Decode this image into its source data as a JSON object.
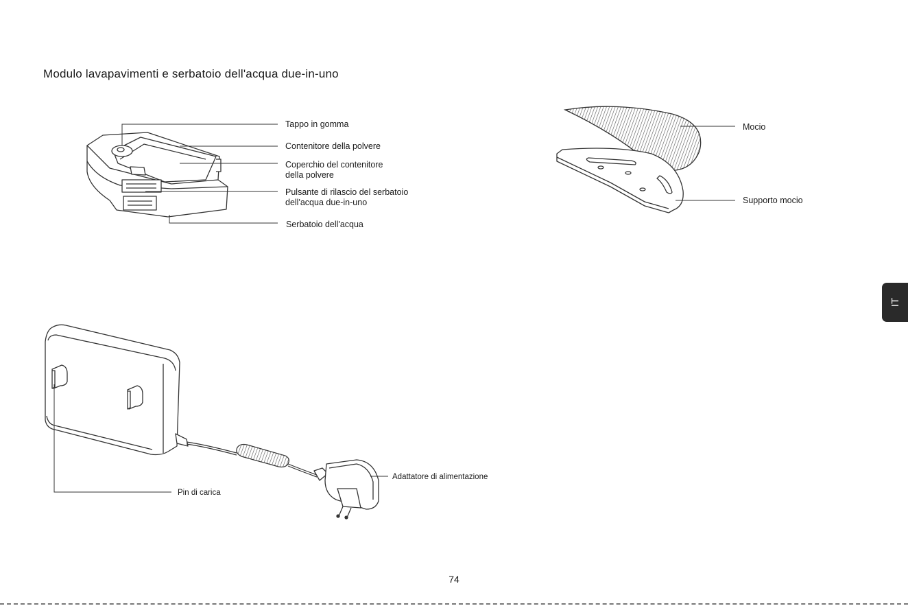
{
  "section_title": "Modulo lavapavimenti e serbatoio dell'acqua due-in-uno",
  "module_labels": {
    "rubber_cap": "Tappo in gomma",
    "dust_bin": "Contenitore della polvere",
    "dust_bin_cover_line1": "Coperchio del contenitore",
    "dust_bin_cover_line2": "della polvere",
    "release_button_line1": "Pulsante di rilascio del serbatoio",
    "release_button_line2": "dell'acqua due-in-uno",
    "water_tank": "Serbatoio dell'acqua"
  },
  "mop_labels": {
    "mop": "Mocio",
    "mop_holder": "Supporto mocio"
  },
  "dock_labels": {
    "power_adapter": "Adattatore di alimentazione",
    "charging_pins": "Pin di carica"
  },
  "language_tab": "IT",
  "page_number": "74"
}
